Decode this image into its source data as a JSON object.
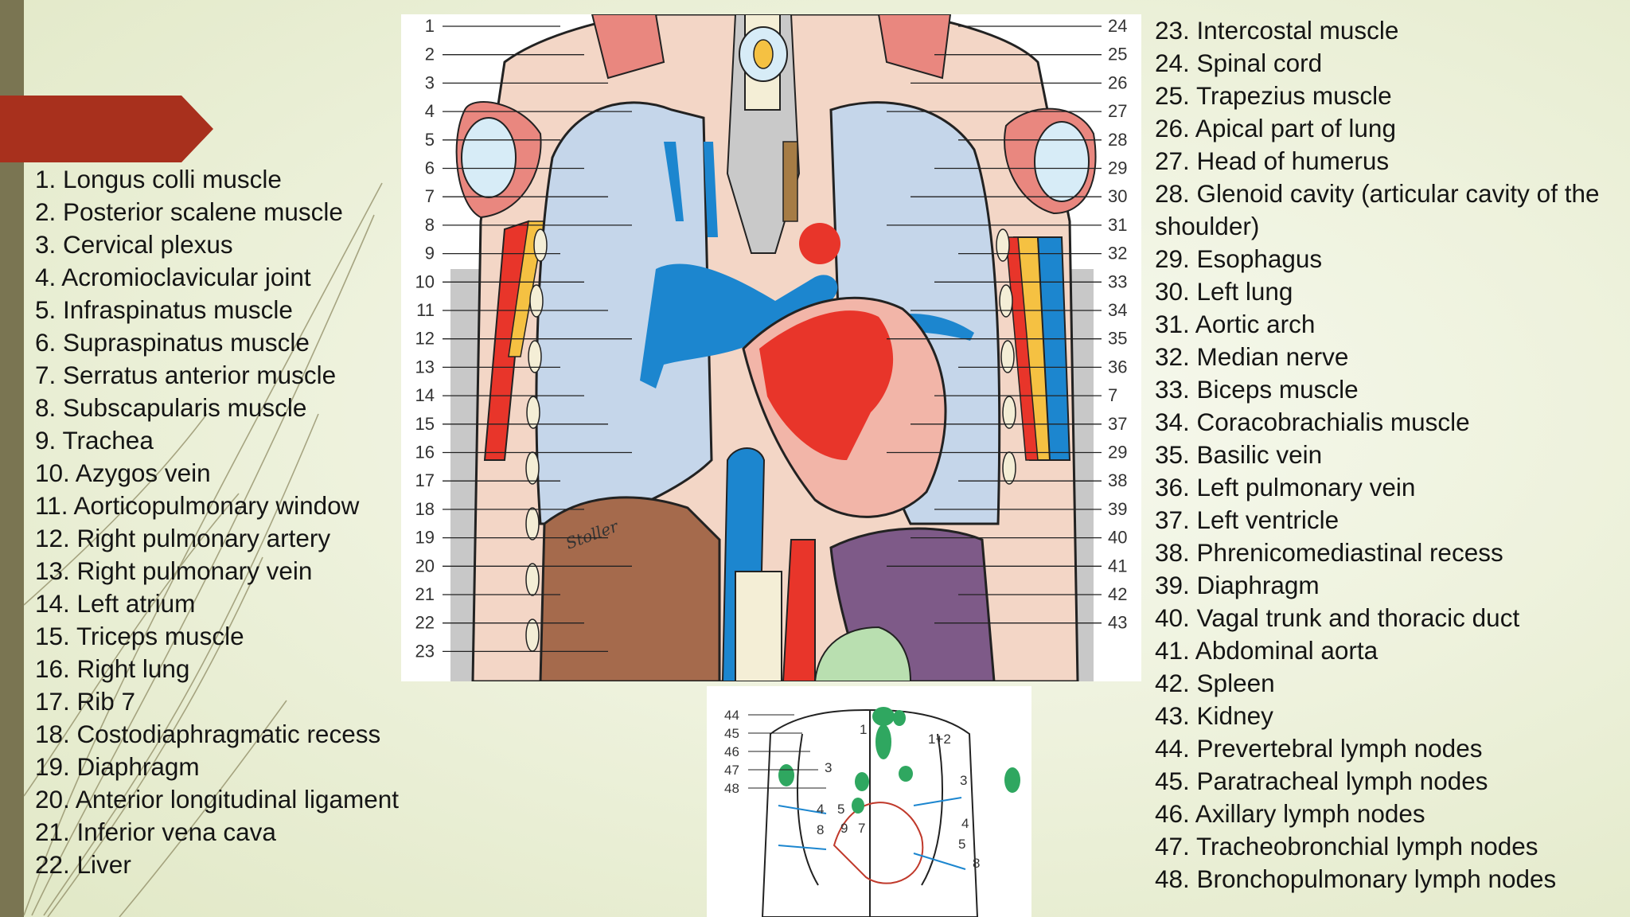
{
  "slide": {
    "legend_left": [
      "1. Longus colli muscle",
      "2. Posterior scalene muscle",
      "3. Cervical plexus",
      "4. Acromioclavicular joint",
      "5. Infraspinatus muscle",
      "6. Supraspinatus muscle",
      "7. Serratus anterior muscle",
      "8. Subscapularis muscle",
      "9. Trachea",
      "10. Azygos vein",
      "11. Aorticopulmonary window",
      "12. Right pulmonary artery",
      "13. Right pulmonary vein",
      "14. Left atrium",
      "15. Triceps muscle",
      "16. Right lung",
      "17. Rib 7",
      "18. Costodiaphragmatic recess",
      "19. Diaphragm",
      "20. Anterior longitudinal ligament",
      "21. Inferior vena cava",
      "22. Liver"
    ],
    "legend_right": [
      "23. Intercostal muscle",
      "24. Spinal cord",
      "25. Trapezius muscle",
      "26. Apical part of lung",
      "27. Head of humerus",
      "28. Glenoid cavity (articular cavity of the shoulder)",
      "29. Esophagus",
      "30. Left lung",
      "31. Aortic arch",
      "32. Median nerve",
      "33. Biceps muscle",
      "34. Coracobrachialis muscle",
      "35. Basilic vein",
      "36. Left pulmonary vein",
      "37. Left ventricle",
      "38. Phrenicomediastinal recess",
      "39. Diaphragm",
      "40. Vagal trunk and thoracic duct",
      "41. Abdominal aorta",
      "42. Spleen",
      "43. Kidney",
      "44. Prevertebral lymph nodes",
      "45. Paratracheal lymph nodes",
      "46. Axillary lymph nodes",
      "47. Tracheobronchial lymph nodes",
      "48. Bronchopulmonary lymph nodes"
    ],
    "main_left_numbers": [
      "1",
      "2",
      "3",
      "4",
      "5",
      "6",
      "7",
      "8",
      "9",
      "10",
      "11",
      "12",
      "13",
      "14",
      "15",
      "16",
      "17",
      "18",
      "19",
      "20",
      "21",
      "22",
      "23"
    ],
    "main_right_numbers": [
      "24",
      "25",
      "26",
      "27",
      "28",
      "29",
      "30",
      "31",
      "32",
      "33",
      "34",
      "35",
      "36",
      "7",
      "37",
      "29",
      "38",
      "39",
      "40",
      "41",
      "42",
      "43"
    ],
    "lymph_left_numbers": [
      "44",
      "45",
      "46",
      "47",
      "48"
    ],
    "lymph_zone_numbers": [
      "1",
      "1+2",
      "3",
      "3",
      "4",
      "5",
      "9",
      "7",
      "8",
      "4",
      "5",
      "8"
    ],
    "signature": "Stoller",
    "colors": {
      "side_bar": "#7a7552",
      "accent_tab": "#a8301d",
      "lung": "#c5d6ea",
      "artery": "#e8352a",
      "vein": "#1c86cf",
      "liver": "#a56a4c",
      "spleen": "#7e5a88",
      "kidney": "#b9dfb0",
      "muscle": "#e9877f",
      "node": "#2fa760"
    }
  }
}
